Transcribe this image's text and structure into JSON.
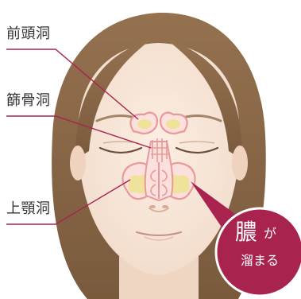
{
  "labels": {
    "frontal_sinus": "前頭洞",
    "ethmoid_sinus": "篩骨洞",
    "maxillary_sinus": "上顎洞"
  },
  "callout": {
    "kanji": "膿",
    "particle": "が",
    "verb": "溜まる"
  },
  "colors": {
    "hair": "#8c6a4a",
    "skin": "#f7e6d8",
    "sinus_outline": "#e89a9a",
    "sinus_fill": "#fbe0dd",
    "pus": "#efe29a",
    "accent": "#a8244f",
    "leader_line": "#a8244f"
  }
}
